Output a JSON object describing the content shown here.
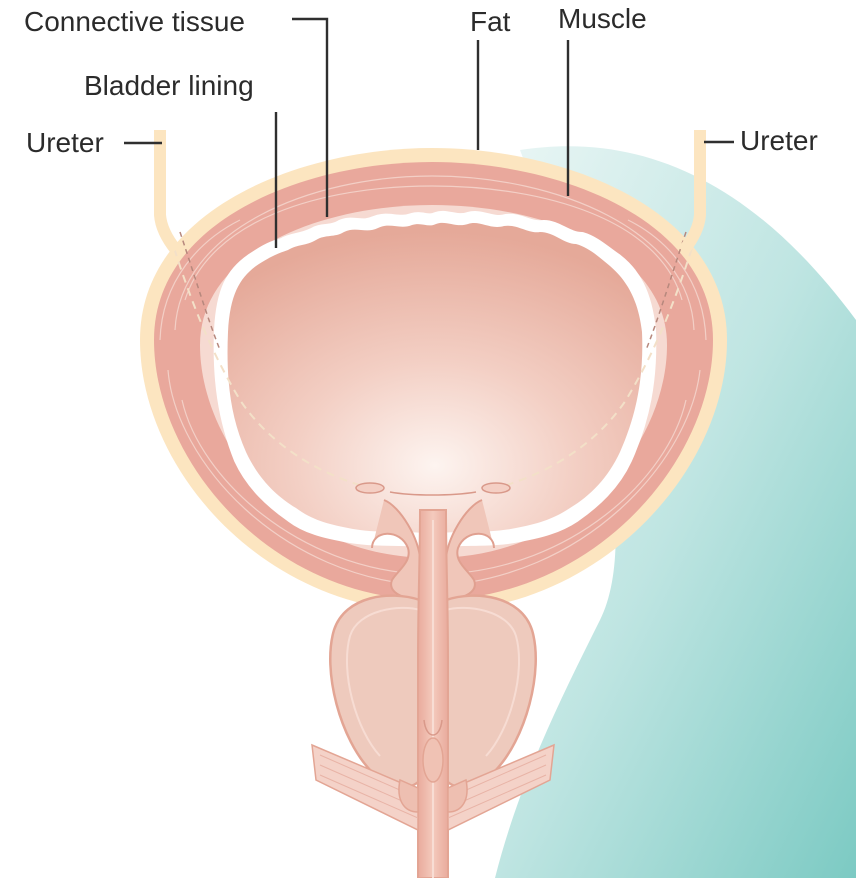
{
  "labels": {
    "connective_tissue": "Connective tissue",
    "fat": "Fat",
    "muscle": "Muscle",
    "bladder_lining": "Bladder lining",
    "ureter_left": "Ureter",
    "ureter_right": "Ureter"
  },
  "colors": {
    "fat": "#fce5c0",
    "muscle": "#e9a89c",
    "connective": "#f6dad2",
    "lining": "#ffffff",
    "lumen_center": "#fdf1ec",
    "lumen_edge": "#e7ad9f",
    "prostate": "#eecabd",
    "background_teal": "#8fd1cc"
  }
}
